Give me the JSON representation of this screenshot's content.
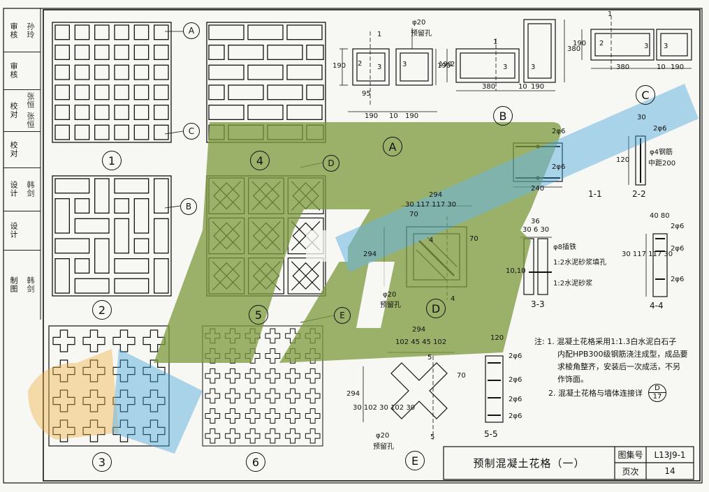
{
  "side": {
    "rows": [
      {
        "role": "审核",
        "sign": "孙玲"
      },
      {
        "role": "审核",
        "sign": ""
      },
      {
        "role": "校对",
        "sign": "张恒 张恒"
      },
      {
        "role": "校对",
        "sign": ""
      },
      {
        "role": "设计",
        "sign": "韩剑"
      },
      {
        "role": "设计",
        "sign": ""
      },
      {
        "role": "制图",
        "sign": "韩剑"
      }
    ]
  },
  "patterns": [
    "1",
    "2",
    "3",
    "4",
    "5",
    "6"
  ],
  "callouts": {
    "A": "A",
    "B": "B",
    "C": "C",
    "D": "D",
    "E": "E"
  },
  "section_labels": {
    "s11": "1-1",
    "s22": "2-2",
    "s33": "3-3",
    "s44": "4-4",
    "s55": "5-5"
  },
  "dims": {
    "phi20": "φ20",
    "reserved_hole": "预留孔",
    "d190": "190",
    "d10": "10",
    "d95": "95",
    "d380": "380",
    "d30": "30",
    "d120": "120",
    "d240": "240",
    "d294": "294",
    "d117": "117",
    "d70": "70",
    "d36": "36",
    "d40": "40",
    "d80": "80",
    "d102": "102",
    "d45": "45",
    "n1": "1",
    "n2": "2",
    "n3": "3",
    "n4": "4",
    "n5": "5",
    "two_phi6": "2φ6",
    "phi4_rebar": "φ4钢筋",
    "spacing200": "中距200",
    "phi8_pin": "φ8插铁",
    "mortar_fill": "1:2水泥砂浆填孔",
    "mortar": "1:2水泥砂浆",
    "d1010": "10,10",
    "d36_30": "30 6 30",
    "d30_117": "30 117 117 30",
    "d40_80": "40 80",
    "d102row": "102 45 45 102",
    "d30_102": "30 102 30 102 30"
  },
  "notes": {
    "n1a": "注: 1. 混凝土花格采用1:1.3白水泥白石子",
    "n1b": "内配HPB300级钢筋浇注成型，成品要",
    "n1c": "求棱角整齐，安装后一次成活，不另",
    "n1d": "作饰面。",
    "n2": "2. 混凝土花格与墙体连接详",
    "ref_top": "D",
    "ref_bottom": "17"
  },
  "title_block": {
    "title": "预制混凝土花格（一）",
    "atlas_label": "图集号",
    "atlas_no": "L13J9-1",
    "page_label": "页次",
    "page_no": "14"
  },
  "colors": {
    "line": "#111111",
    "watermark_green": "#7c9a3c",
    "watermark_blue": "#3aa0dc",
    "watermark_orange": "#f0b040"
  }
}
